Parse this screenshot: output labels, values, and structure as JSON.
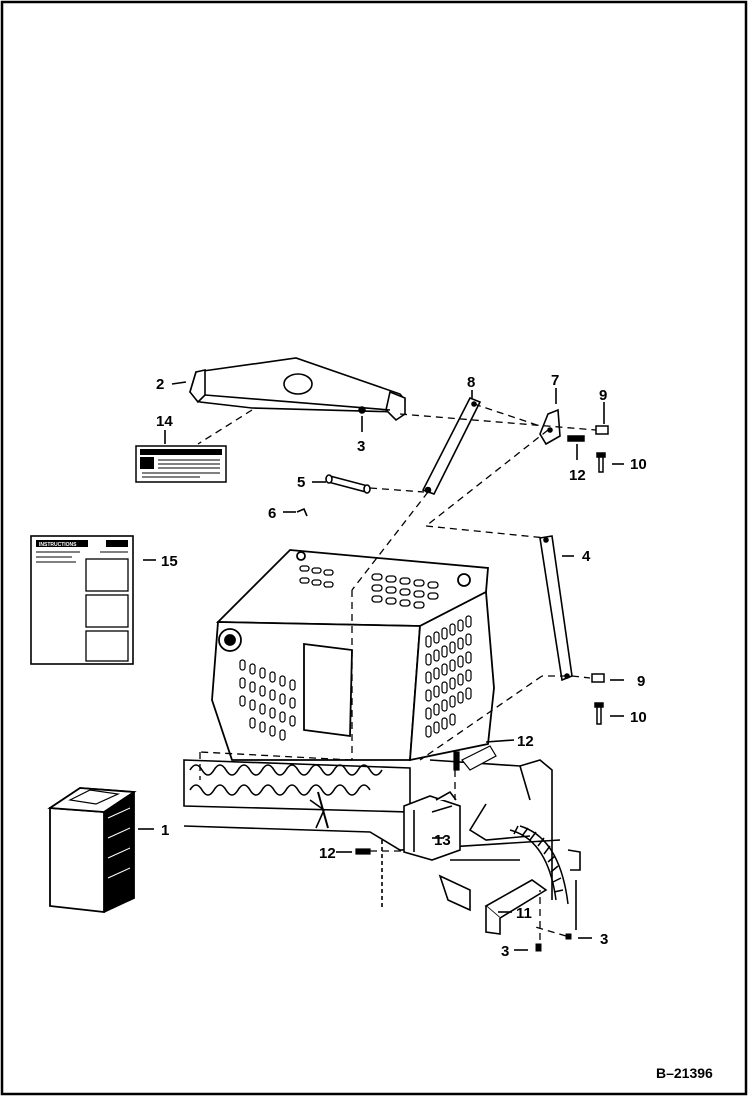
{
  "figure": {
    "code": "B–21396",
    "decal_15_heading": "INSTRUCTIONS"
  },
  "callouts": [
    {
      "id": "c2",
      "text": "2"
    },
    {
      "id": "c14",
      "text": "14"
    },
    {
      "id": "c3a",
      "text": "3"
    },
    {
      "id": "c8",
      "text": "8"
    },
    {
      "id": "c7",
      "text": "7"
    },
    {
      "id": "c9a",
      "text": "9"
    },
    {
      "id": "c12a",
      "text": "12"
    },
    {
      "id": "c10a",
      "text": "10"
    },
    {
      "id": "c5",
      "text": "5"
    },
    {
      "id": "c6",
      "text": "6"
    },
    {
      "id": "c15",
      "text": "15"
    },
    {
      "id": "c4",
      "text": "4"
    },
    {
      "id": "c9b",
      "text": "9"
    },
    {
      "id": "c10b",
      "text": "10"
    },
    {
      "id": "c12b",
      "text": "12"
    },
    {
      "id": "c1",
      "text": "1"
    },
    {
      "id": "c13",
      "text": "13"
    },
    {
      "id": "c12c",
      "text": "12"
    },
    {
      "id": "c11",
      "text": "11"
    },
    {
      "id": "c3b",
      "text": "3"
    },
    {
      "id": "c3c",
      "text": "3"
    }
  ]
}
